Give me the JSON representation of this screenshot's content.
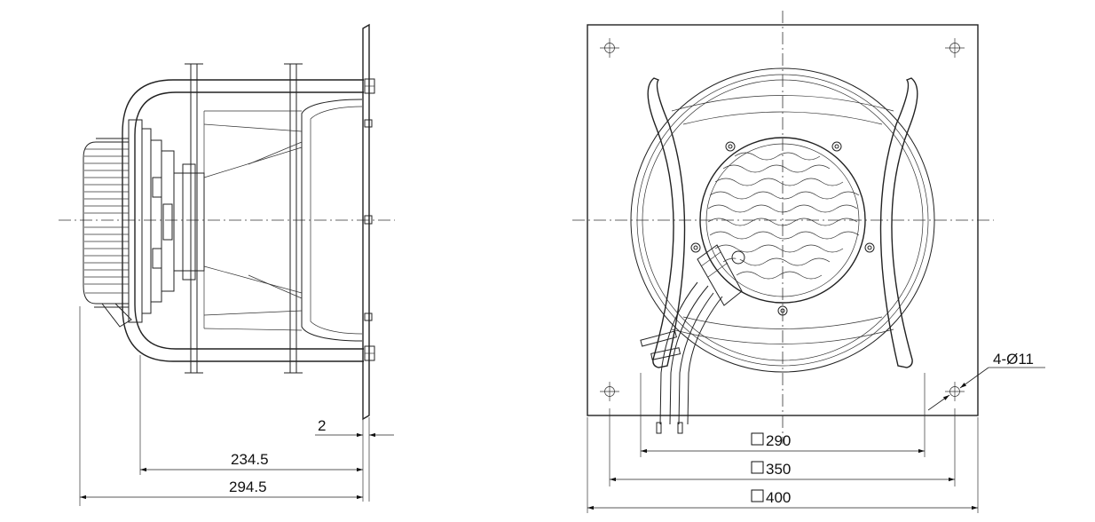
{
  "dimensions": {
    "gap": "2",
    "depth_inner": "234.5",
    "depth_total": "294.5",
    "hole_spec": "4-Ø11",
    "inlet_290": "290",
    "inlet_350": "350",
    "plate_400": "400"
  },
  "colors": {
    "line": "#222222",
    "background": "#ffffff"
  }
}
